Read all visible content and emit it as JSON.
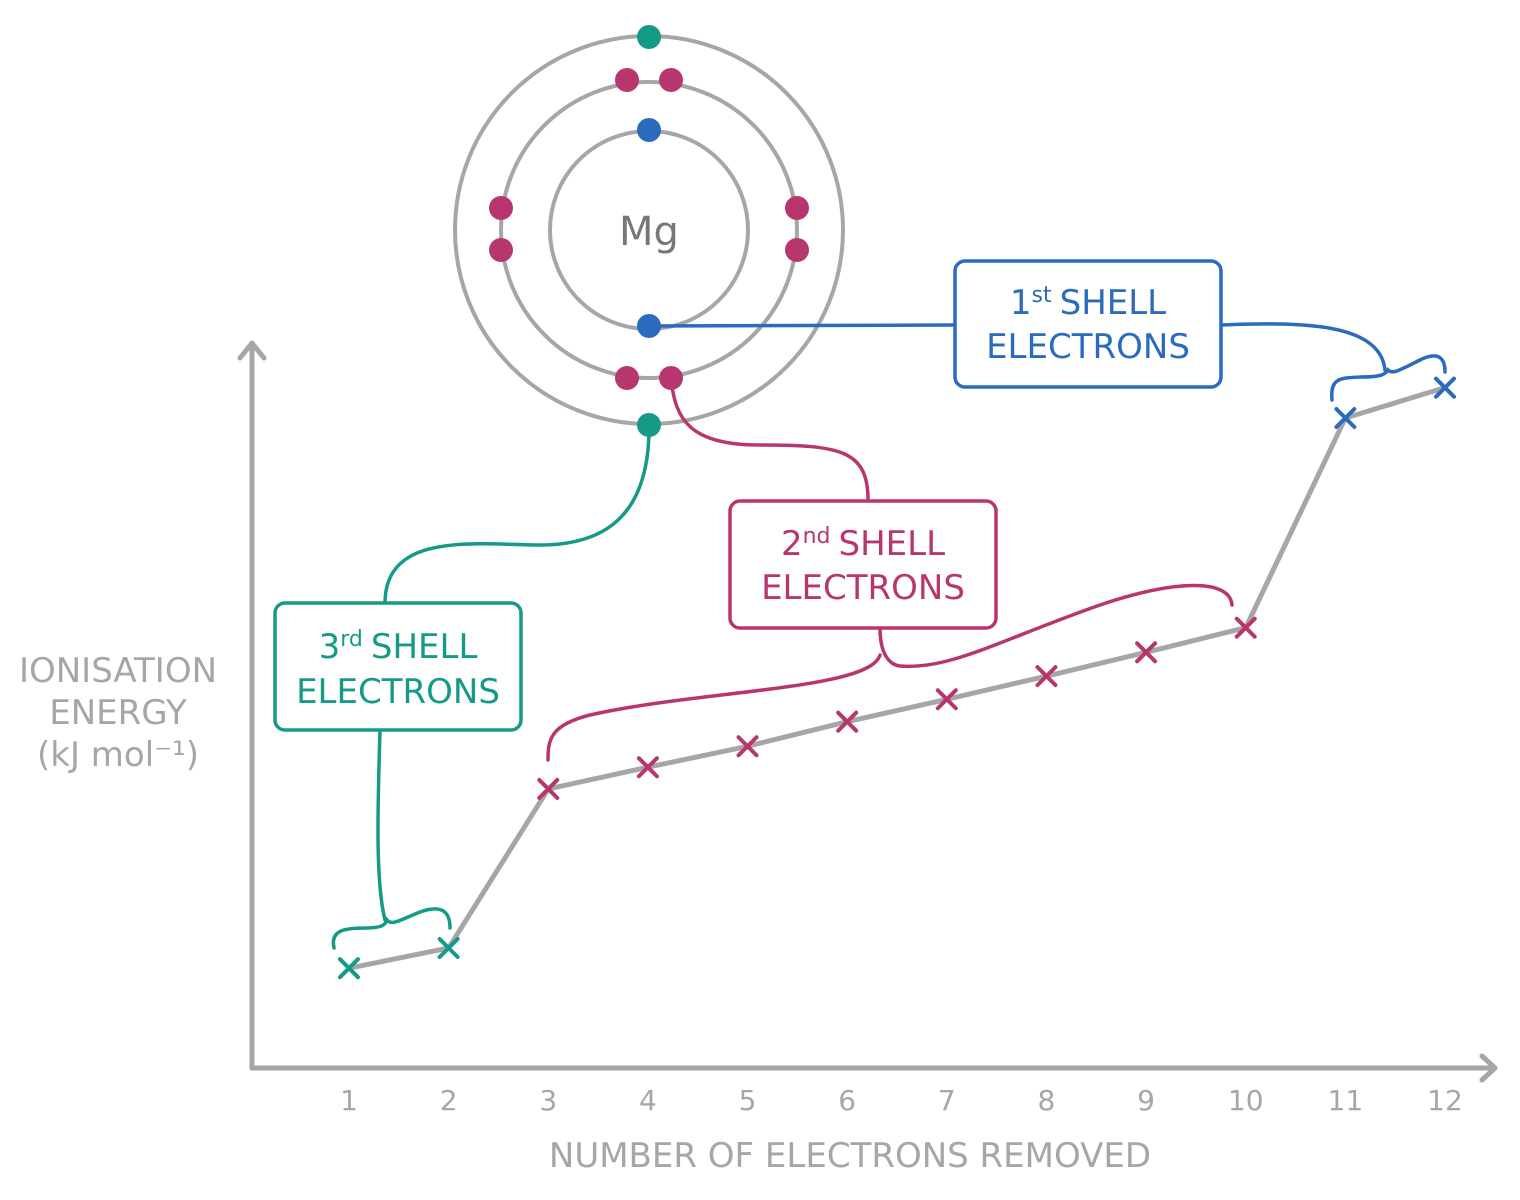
{
  "atom": {
    "symbol": "Mg",
    "shell_colors": {
      "first": "#2a6bbd",
      "second": "#b8366e",
      "third": "#149a86"
    }
  },
  "boxes": {
    "first": {
      "ordinal": "1",
      "suffix": "st",
      "line1": "SHELL",
      "line2": "ELECTRONS"
    },
    "second": {
      "ordinal": "2",
      "suffix": "nd",
      "line1": "SHELL",
      "line2": "ELECTRONS"
    },
    "third": {
      "ordinal": "3",
      "suffix": "rd",
      "line1": "SHELL",
      "line2": "ELECTRONS"
    }
  },
  "chart_data": {
    "type": "line",
    "title": "",
    "xlabel": "NUMBER OF ELECTRONS REMOVED",
    "ylabel": [
      "IONISATION",
      "ENERGY",
      "(kJ mol⁻¹)"
    ],
    "x": [
      1,
      2,
      3,
      4,
      5,
      6,
      7,
      8,
      9,
      10,
      11,
      12
    ],
    "x_tick_labels": [
      "1",
      "2",
      "3",
      "4",
      "5",
      "6",
      "7",
      "8",
      "9",
      "10",
      "11",
      "12"
    ],
    "y_relative": [
      13.8,
      16.6,
      38.6,
      41.6,
      44.5,
      47.9,
      51.0,
      54.2,
      57.5,
      60.9,
      89.9,
      94.1
    ],
    "ylim": [
      0,
      100
    ],
    "y_ticks": "none",
    "grid": false,
    "marker": "cross",
    "line_color": "#a6a6a6",
    "point_shell": [
      "third",
      "third",
      "second",
      "second",
      "second",
      "second",
      "second",
      "second",
      "second",
      "second",
      "first",
      "first"
    ]
  }
}
